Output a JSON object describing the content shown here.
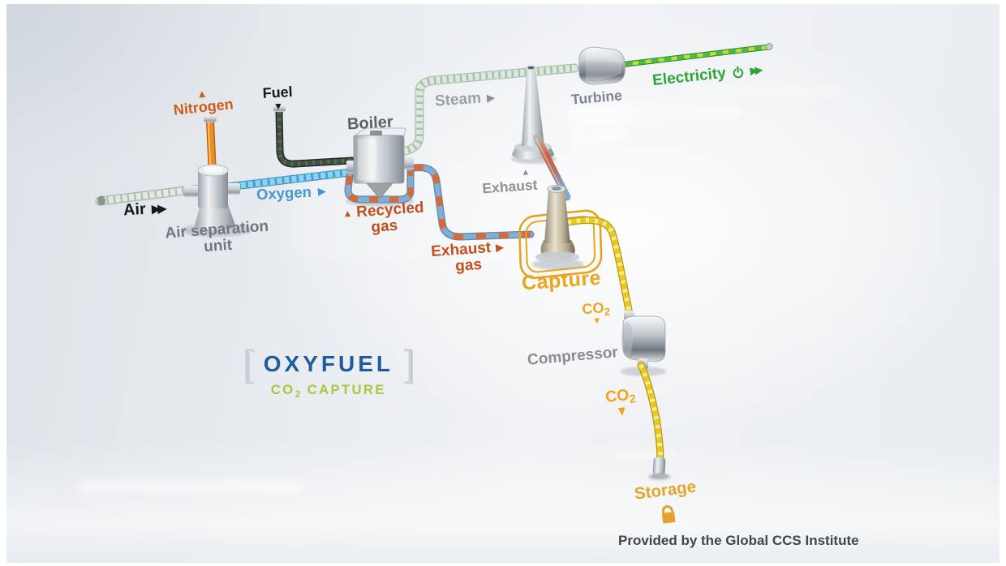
{
  "labels": {
    "air": {
      "text": "Air",
      "arrows": "▶▶"
    },
    "nitrogen": {
      "text": "Nitrogen",
      "arrow": "▲"
    },
    "fuel": {
      "text": "Fuel",
      "arrow": "▼"
    },
    "oxygen": {
      "text": "Oxygen",
      "arrow": "▶"
    },
    "air_separation_unit": {
      "line1": "Air separation",
      "line2": "unit"
    },
    "boiler": {
      "text": "Boiler"
    },
    "recycled_gas": {
      "arrow": "▲",
      "line1": "Recycled",
      "line2": "gas"
    },
    "steam": {
      "text": "Steam",
      "arrow": "▶"
    },
    "turbine": {
      "text": "Turbine"
    },
    "electricity": {
      "text": "Electricity",
      "arrows": "▶▶"
    },
    "exhaust": {
      "text": "Exhaust",
      "arrow": "▲"
    },
    "exhaust_gas": {
      "line1": "Exhaust",
      "line2": "gas",
      "arrow": "▶"
    },
    "capture": {
      "text": "Capture"
    },
    "co2_upper": {
      "main": "CO",
      "sub": "2",
      "arrow": "▼"
    },
    "compressor": {
      "text": "Compressor"
    },
    "co2_lower": {
      "main": "CO",
      "sub": "2",
      "arrow": "▼"
    },
    "storage": {
      "text": "Storage"
    },
    "credit": {
      "text": "Provided by the Global CCS Institute"
    }
  },
  "logo": {
    "bracket_left": "[",
    "title": "OXYFUEL",
    "bracket_right": "]",
    "subtitle_pre": "CO",
    "subtitle_sub": "2",
    "subtitle_post": "CAPTURE"
  },
  "colors": {
    "label_orange": "#cd5c17",
    "label_red_orange": "#c2501f",
    "label_gold": "#eaa61d",
    "label_blue": "#4596d2",
    "label_green": "#2ea437",
    "label_gray": "#8d9298",
    "label_dark": "#17181a",
    "logo_blue": "#1f5c9f",
    "logo_green": "#a9c73e",
    "pipe_oxygen": "#8fd2ef",
    "pipe_nitrogen": "#ef8c1f",
    "pipe_recycled": "#84add2",
    "pipe_recycled_dash": "#e2672a",
    "pipe_co2": "#ecc81f",
    "pipe_steam": "#dde9de",
    "cable_electricity": "#4eb944"
  }
}
